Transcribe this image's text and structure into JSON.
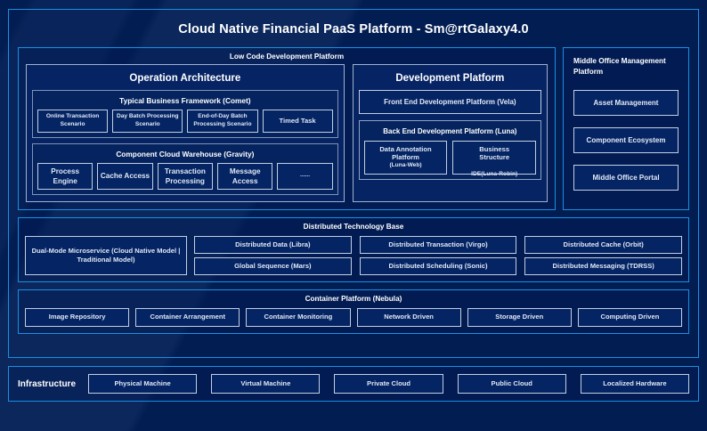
{
  "title": "Cloud Native Financial PaaS Platform - Sm@rtGalaxy4.0",
  "colors": {
    "background": "#021d52",
    "panel_border": "#1a8fe0",
    "box_border": "#c2cee2",
    "box_fill": "#052463",
    "text": "#ffffff"
  },
  "low_code": {
    "title": "Low Code Development Platform",
    "operation_architecture": {
      "title": "Operation Architecture",
      "sections": [
        {
          "title": "Typical Business Framework (Comet)",
          "items": [
            "Online Transaction Scenario",
            "Day Batch Processing Scenario",
            "End-of-Day Batch Processing Scenario",
            "Timed Task"
          ]
        },
        {
          "title": "Component Cloud Warehouse (Gravity)",
          "items": [
            "Process Engine",
            "Cache Access",
            "Transaction Processing",
            "Message Access",
            "......"
          ]
        }
      ]
    },
    "development_platform": {
      "title": "Development Platform",
      "front_end": "Front End Development Platform (Vela)",
      "back_end": {
        "title": "Back End Development Platform (Luna)",
        "items": [
          {
            "line1": "Data Annotation",
            "line2": "Platform",
            "line3": "(Luna-Web)"
          },
          {
            "line1": "Business",
            "line2": "Structure",
            "line3": "IDE(Luna-Robin)"
          }
        ]
      }
    }
  },
  "middle_office": {
    "title": "Middle Office Management Platform",
    "items": [
      "Asset Management",
      "Component Ecosystem",
      "Middle Office Portal"
    ]
  },
  "distributed_base": {
    "title": "Distributed Technology Base",
    "feature": "Dual-Mode Microservice (Cloud Native Model | Traditional Model)",
    "columns": [
      [
        "Distributed Data (Libra)",
        "Global Sequence (Mars)"
      ],
      [
        "Distributed Transaction (Virgo)",
        "Distributed Scheduling (Sonic)"
      ],
      [
        "Distributed Cache (Orbit)",
        "Distributed Messaging (TDRSS)"
      ]
    ]
  },
  "container_platform": {
    "title": "Container Platform (Nebula)",
    "items": [
      "Image Repository",
      "Container Arrangement",
      "Container Monitoring",
      "Network Driven",
      "Storage Driven",
      "Computing Driven"
    ]
  },
  "infrastructure": {
    "label": "Infrastructure",
    "items": [
      "Physical Machine",
      "Virtual Machine",
      "Private Cloud",
      "Public Cloud",
      "Localized Hardware"
    ]
  }
}
